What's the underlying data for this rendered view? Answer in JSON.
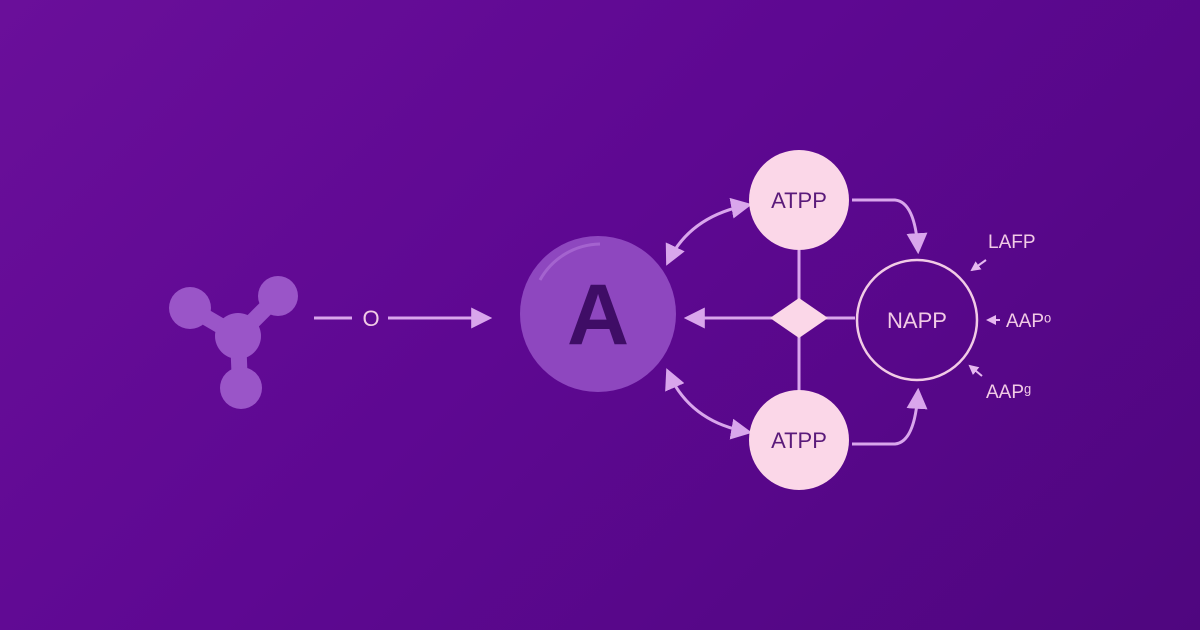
{
  "colors": {
    "background_start": "#6a0f9a",
    "background_end": "#4f067f",
    "molecule": "#9a55c8",
    "central_fill": "#8e47bf",
    "central_letter": "#3f0d66",
    "node_fill": "#fbd7e8",
    "node_text": "#5a1a7a",
    "line": "#d9a6ec",
    "label": "#f2cbe6"
  },
  "icons": {
    "molecule": "molecule-icon",
    "junction": "diamond-junction-icon"
  },
  "diagram": {
    "input_label": "O",
    "central_node": {
      "label": "A"
    },
    "atpp_top": {
      "label": "ATPP"
    },
    "atpp_bottom": {
      "label": "ATPP"
    },
    "napp": {
      "label": "NAPP"
    },
    "side_labels": {
      "lafp": "LAFP",
      "aap_mid": "AAPᵒ",
      "aap_bottom": "AAPᵍ"
    }
  }
}
